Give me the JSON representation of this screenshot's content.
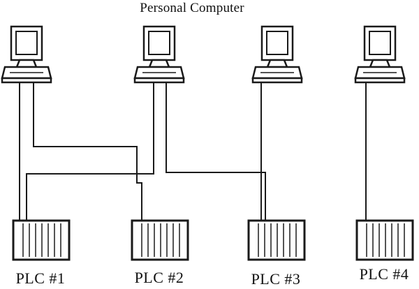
{
  "diagram": {
    "title": "Personal Computer",
    "computers": [
      {
        "id": "pc-1"
      },
      {
        "id": "pc-2"
      },
      {
        "id": "pc-3"
      },
      {
        "id": "pc-4"
      }
    ],
    "plcs": [
      {
        "label": "PLC #1"
      },
      {
        "label": "PLC #2"
      },
      {
        "label": "PLC #3"
      },
      {
        "label": "PLC #4"
      }
    ],
    "colors": {
      "line": "#1a1a1a",
      "background": "#ffffff"
    }
  }
}
